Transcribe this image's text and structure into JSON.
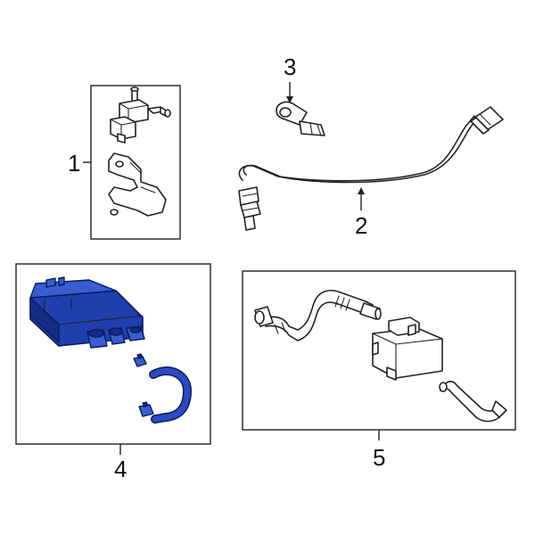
{
  "colors": {
    "highlight_part": "#1f3fae",
    "line_art": "#222222",
    "background": "#ffffff"
  },
  "callouts": {
    "c1": "1",
    "c2": "2",
    "c3": "3",
    "c4": "4",
    "c5": "5"
  }
}
